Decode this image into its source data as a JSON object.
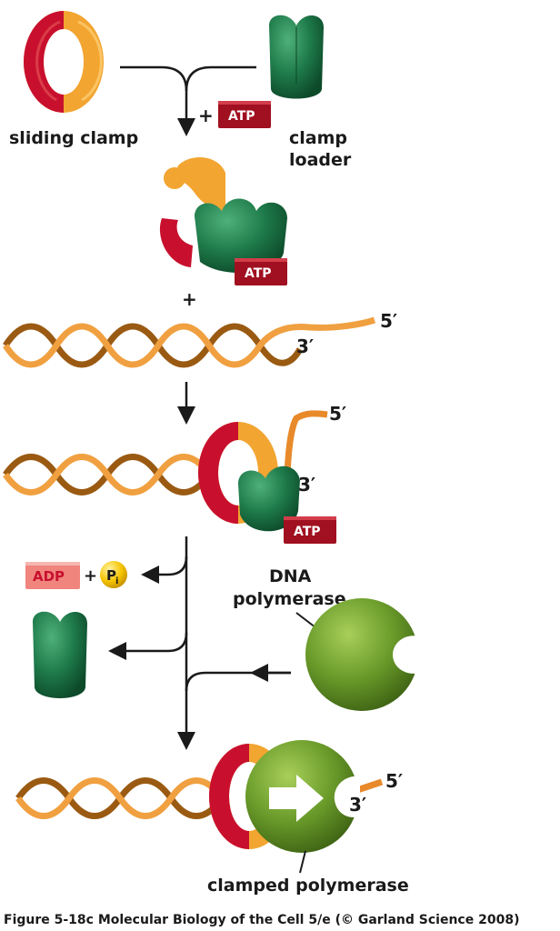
{
  "labels": {
    "sliding_clamp": "sliding clamp",
    "clamp_loader_1": "clamp",
    "clamp_loader_2": "loader",
    "plus": "+",
    "atp": "ATP",
    "adp": "ADP",
    "pi": "P",
    "pi_sub": "i",
    "five_prime": "5′",
    "three_prime": "3′",
    "dna_polymerase_1": "DNA",
    "dna_polymerase_2": "polymerase",
    "clamped_polymerase": "clamped polymerase"
  },
  "caption": "Figure 5-18c  Molecular Biology of the Cell 5/e (© Garland Science 2008)",
  "colors": {
    "clamp_red": "#c8102e",
    "clamp_orange": "#f2a531",
    "loader_green": "#1e7a4a",
    "polymerase_green": "#6a9b2a",
    "atp_red": "#a01020",
    "adp_pink": "#f0857e",
    "pi_yellow": "#f5c400",
    "dna_orange": "#e88a2a",
    "dna_brown": "#9a5a12"
  }
}
